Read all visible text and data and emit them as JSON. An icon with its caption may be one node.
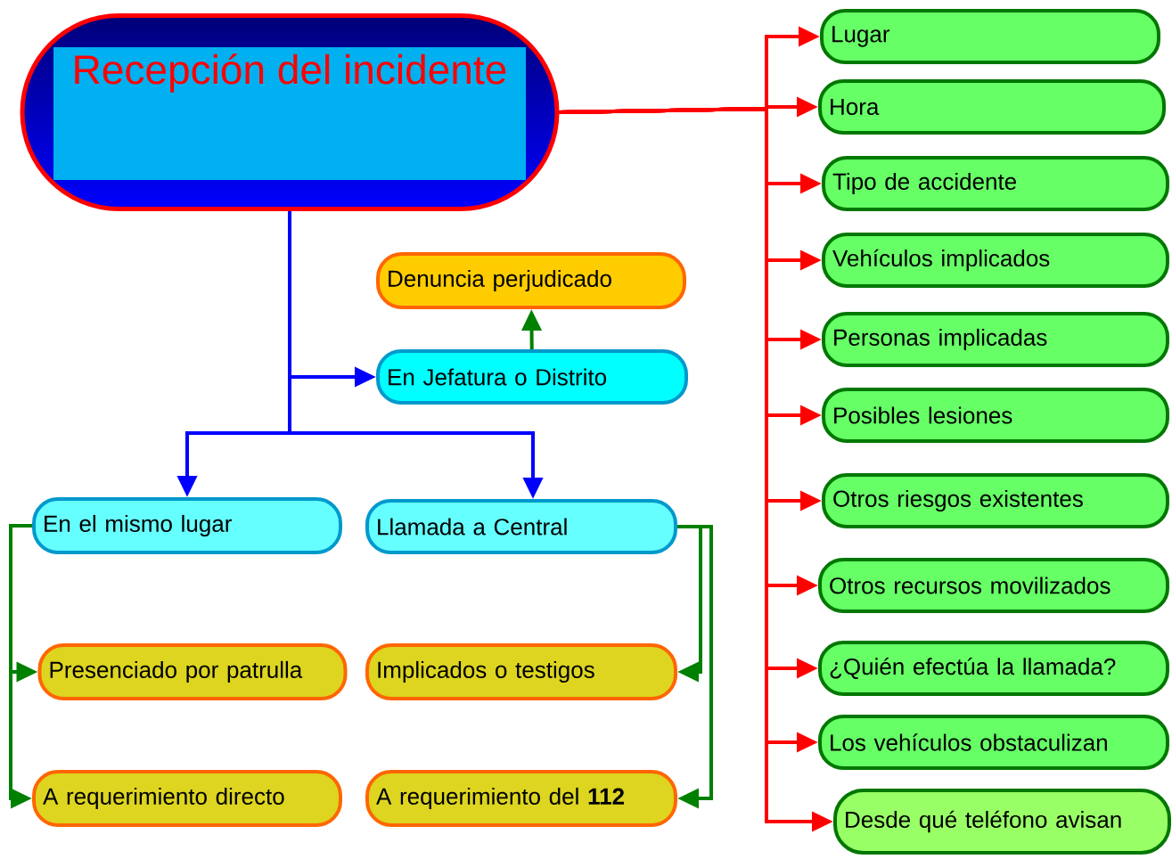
{
  "diagram": {
    "nodes": [
      {
        "text": [
          "Recepción del incidente"
        ]
      },
      {
        "text": [
          "Lugar"
        ]
      },
      {
        "text": [
          "Hora"
        ]
      },
      {
        "text": [
          "Tipo de accidente"
        ]
      },
      {
        "text": [
          "Vehículos implicados"
        ]
      },
      {
        "text": [
          "Personas implicadas"
        ]
      },
      {
        "text": [
          "Posibles lesiones"
        ]
      },
      {
        "text": [
          "Otros riesgos existentes"
        ]
      },
      {
        "text": [
          "Otros recursos movilizados"
        ]
      },
      {
        "text": [
          "¿Quién efectúa la llamada?"
        ]
      },
      {
        "text": [
          "Los vehículos obstaculizan"
        ]
      },
      {
        "text": [
          "Desde qué teléfono avisan"
        ]
      },
      {
        "text": [
          "Denuncia perjudicado"
        ]
      },
      {
        "text": [
          "En Jefatura o Distrito"
        ]
      },
      {
        "text": [
          "En el mismo lugar"
        ]
      },
      {
        "text": [
          "Llamada a Central"
        ]
      },
      {
        "text": [
          "Presenciado por patrulla"
        ]
      },
      {
        "text": [
          "Implicados o testigos"
        ]
      },
      {
        "text": [
          "A requerimiento directo"
        ]
      },
      {
        "text": [
          "A requerimiento del **112**"
        ]
      }
    ],
    "edges": [
      {
        "from": 0,
        "to": 1,
        "arrow": "to"
      },
      {
        "from": 0,
        "to": 2,
        "arrow": "to"
      },
      {
        "from": 0,
        "to": 3,
        "arrow": "to"
      },
      {
        "from": 0,
        "to": 4,
        "arrow": "to"
      },
      {
        "from": 0,
        "to": 5,
        "arrow": "to"
      },
      {
        "from": 0,
        "to": 6,
        "arrow": "to"
      },
      {
        "from": 0,
        "to": 7,
        "arrow": "to"
      },
      {
        "from": 0,
        "to": 8,
        "arrow": "to"
      },
      {
        "from": 0,
        "to": 9,
        "arrow": "to"
      },
      {
        "from": 0,
        "to": 10,
        "arrow": "to"
      },
      {
        "from": 0,
        "to": 11,
        "arrow": "to"
      },
      {
        "from": 13,
        "to": 12,
        "arrow": "to",
        "color": "#008000"
      },
      {
        "from": 0,
        "to": 13,
        "arrow": "to",
        "color": "#0000ff"
      },
      {
        "from": 0,
        "to": 14,
        "arrow": "to",
        "color": "#0000ff"
      },
      {
        "from": 0,
        "to": 15,
        "arrow": "to",
        "color": "#0000ff"
      },
      {
        "from": 14,
        "to": 16,
        "arrow": "to",
        "color": "#008000"
      },
      {
        "from": 14,
        "to": 18,
        "arrow": "to",
        "color": "#008000"
      },
      {
        "from": 15,
        "to": 17,
        "arrow": "to",
        "color": "#008000"
      },
      {
        "from": 15,
        "to": 19,
        "arrow": "to",
        "color": "#008000"
      }
    ]
  }
}
